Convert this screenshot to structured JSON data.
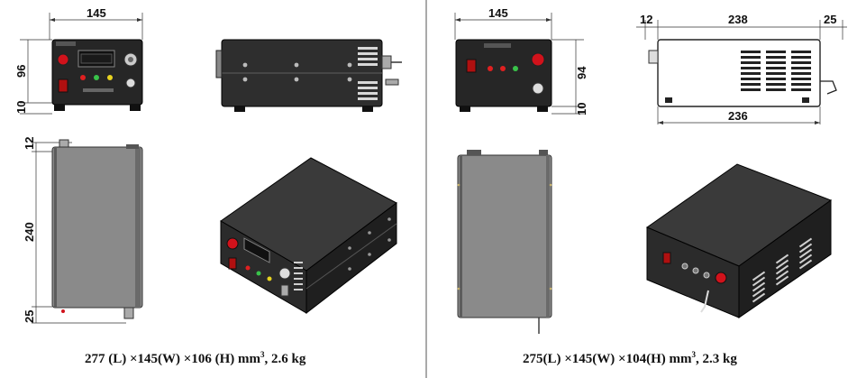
{
  "left": {
    "front": {
      "width": "145",
      "height": "96",
      "foot": "10"
    },
    "side": {
      "top": "12",
      "length": "240",
      "bottom": "25"
    },
    "caption": {
      "main": "277 (L) ×145(W) ×106 (H) mm",
      "sup": "3",
      "tail": ", 2.6 kg"
    }
  },
  "right": {
    "front": {
      "width": "145",
      "height": "94",
      "foot": "10"
    },
    "side": {
      "left": "12",
      "body": "238",
      "right": "25",
      "bottom": "236"
    },
    "caption": {
      "main": "275(L) ×145(W) ×104(H) mm",
      "sup": "3",
      "tail": ", 2.3 kg"
    }
  },
  "colors": {
    "body": "#2b2b2b",
    "body_light": "#444444",
    "side_gray": "#8a8a8a",
    "knob_red": "#d1121b",
    "led_green": "#39c34a",
    "led_yellow": "#e8d320",
    "led_red": "#e02020"
  }
}
